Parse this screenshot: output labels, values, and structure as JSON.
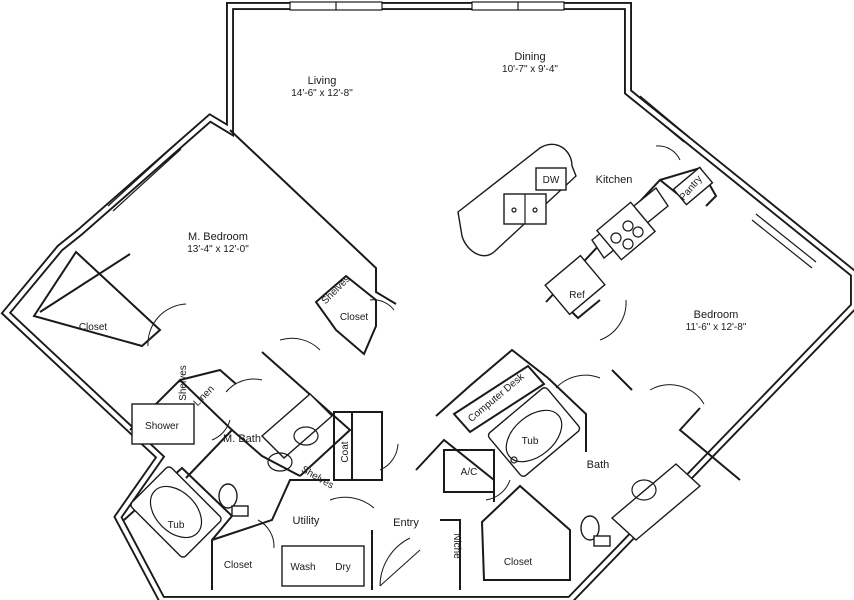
{
  "rooms": {
    "living": {
      "name": "Living",
      "size": "14'-6\" x 12'-8\""
    },
    "dining": {
      "name": "Dining",
      "size": "10'-7\" x 9'-4\""
    },
    "kitchen": {
      "name": "Kitchen"
    },
    "master_bedroom": {
      "name": "M. Bedroom",
      "size": "13'-4\" x 12'-0\""
    },
    "bedroom": {
      "name": "Bedroom",
      "size": "11'-6\" x 12'-8\""
    },
    "master_bath": {
      "name": "M. Bath"
    },
    "bath": {
      "name": "Bath"
    },
    "utility": {
      "name": "Utility"
    },
    "entry": {
      "name": "Entry"
    }
  },
  "fixtures": {
    "dw": "DW",
    "pantry": "Pantry",
    "ref": "Ref",
    "closet_mbr": "Closet",
    "closet_mid": "Closet",
    "closet_util": "Closet",
    "closet_bath": "Closet",
    "shelves_upper": "Shelves",
    "shelves_lower": "Shelves",
    "linen": "Linen",
    "shelves_small": "Shelves",
    "shower": "Shower",
    "tub_master": "Tub",
    "tub_bath": "Tub",
    "coat": "Coat",
    "ac": "A/C",
    "computer_desk": "Computer Desk",
    "niche": "Niche",
    "wash": "Wash",
    "dry": "Dry"
  }
}
